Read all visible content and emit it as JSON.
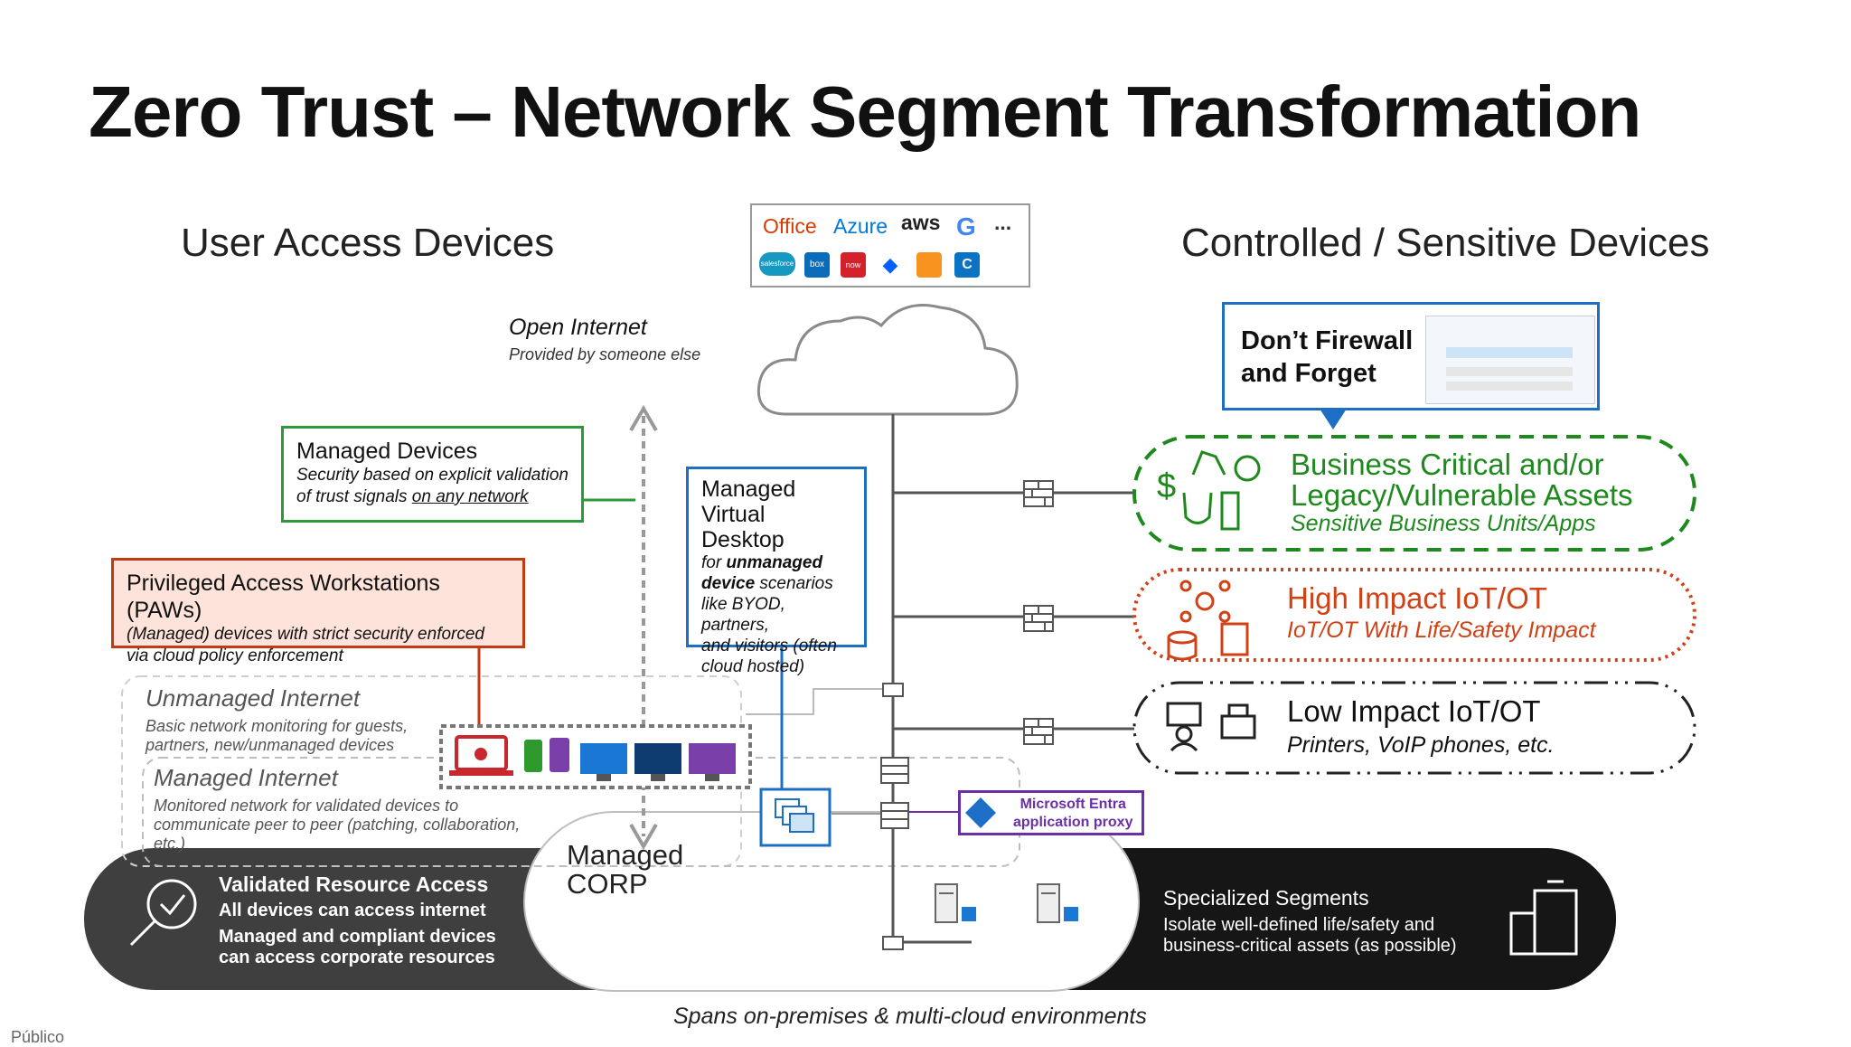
{
  "title": "Zero Trust – Network Segment Transformation",
  "headings": {
    "left": "User Access Devices",
    "right": "Controlled / Sensitive Devices"
  },
  "cloud_services": {
    "row1": [
      "Office",
      "Azure",
      "aws",
      "G",
      "..."
    ],
    "row2": [
      "salesforce",
      "box",
      "now",
      "dropbox",
      "aws-box",
      "C"
    ]
  },
  "open_internet": {
    "title": "Open Internet",
    "subtitle": "Provided by someone else"
  },
  "managed_devices": {
    "title": "Managed Devices",
    "desc_line1": "Security based on explicit validation",
    "desc_line2_prefix": "of trust signals ",
    "desc_line2_link": "on any network"
  },
  "paw": {
    "title": "Privileged Access Workstations (PAWs)",
    "desc_line1": "(Managed) devices with strict security enforced",
    "desc_line2": "via cloud policy enforcement"
  },
  "mvd": {
    "title_l1": "Managed",
    "title_l2": "Virtual",
    "title_l3": "Desktop",
    "desc_l1_a": "for ",
    "desc_l1_b": "unmanaged",
    "desc_l2_a": "device",
    "desc_l2_b": " scenarios",
    "desc_l3": "like BYOD, partners,",
    "desc_l4": "and visitors (often",
    "desc_l5": "cloud hosted)"
  },
  "unmanaged_internet": {
    "title": "Unmanaged Internet",
    "desc_l1": "Basic network monitoring for guests,",
    "desc_l2": "partners, new/unmanaged devices"
  },
  "managed_internet": {
    "title": "Managed Internet",
    "desc_l1": "Monitored network for validated devices to",
    "desc_l2": "communicate peer to peer (patching, collaboration,",
    "desc_l3": "etc.)"
  },
  "dont_firewall": {
    "l1": "Don’t Firewall",
    "l2": "and Forget"
  },
  "segments": [
    {
      "title_l1": "Business Critical and/or",
      "title_l2": "Legacy/Vulnerable Assets",
      "subtitle": "Sensitive Business Units/Apps",
      "color": "#1e8a1e"
    },
    {
      "title_l1": "High Impact IoT/OT",
      "subtitle": "IoT/OT With Life/Safety Impact",
      "color": "#d14116"
    },
    {
      "title_l1": "Low Impact IoT/OT",
      "subtitle": "Printers, VoIP phones, etc.",
      "color": "#111111"
    }
  ],
  "entra": {
    "l1": "Microsoft Entra",
    "l2": "application proxy",
    "color": "#6b2fa8"
  },
  "bottom": {
    "vra_title": "Validated Resource Access",
    "vra_l1": "All devices can access internet",
    "vra_l2": "Managed and compliant devices",
    "vra_l3": "can access corporate resources",
    "corp_l1": "Managed",
    "corp_l2": "CORP",
    "spec_title": "Specialized Segments",
    "spec_l1": "Isolate well-defined life/safety and",
    "spec_l2": "business-critical assets (as possible)"
  },
  "footer": "Spans on-premises & multi-cloud environments",
  "classification": "Público",
  "colors": {
    "green": "#1e8a1e",
    "orange": "#d14116",
    "blue": "#1c6fc4",
    "purple": "#6b2fa8",
    "dark": "#3a3a3a",
    "paw_fill": "#fde3d9"
  }
}
